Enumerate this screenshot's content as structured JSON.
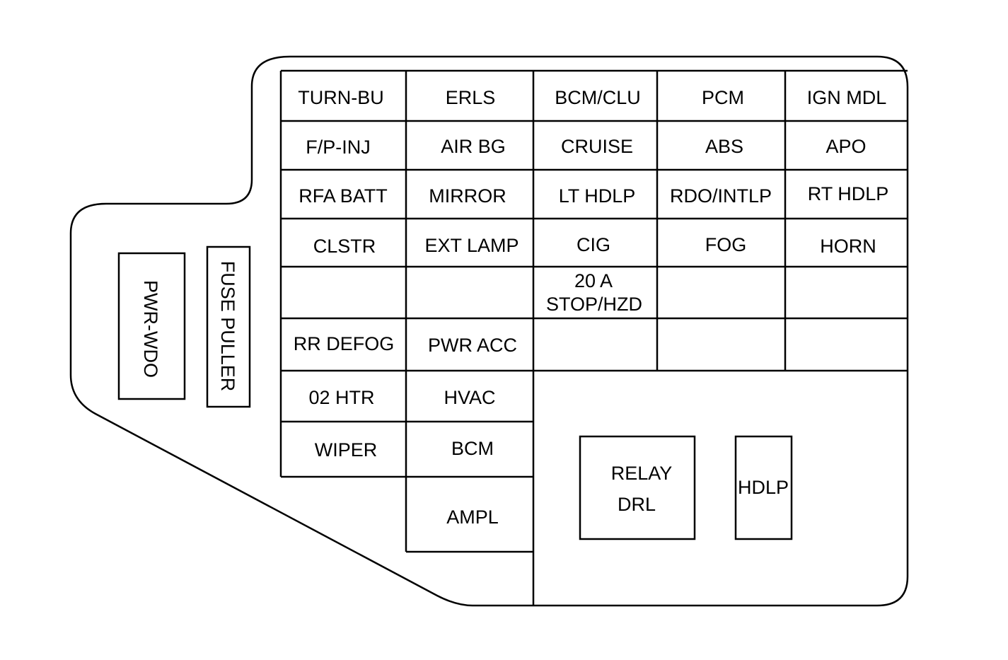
{
  "fuses": {
    "r0": [
      "TURN-BU",
      "ERLS",
      "BCM/CLU",
      "PCM",
      "IGN MDL"
    ],
    "r1": [
      "F/P-INJ",
      "AIR BG",
      "CRUISE",
      "ABS",
      "APO"
    ],
    "r2": [
      "RFA BATT",
      "MIRROR",
      "LT HDLP",
      "RDO/INTLP",
      "RT HDLP"
    ],
    "r3": [
      "CLSTR",
      "EXT LAMP",
      "CIG",
      "FOG",
      "HORN"
    ],
    "r4": {
      "stop_amp": "20 A",
      "stop_name": "STOP/HZD"
    },
    "r5": [
      "RR DEFOG",
      "PWR ACC"
    ],
    "r6": [
      "02 HTR",
      "HVAC"
    ],
    "r7": [
      "WIPER",
      "BCM"
    ],
    "r8": [
      "AMPL"
    ]
  },
  "relays": {
    "drl_line1": "RELAY",
    "drl_line2": "DRL",
    "hdlp": "HDLP"
  },
  "side": {
    "pwr_wdo": "PWR-WDO",
    "fuse_puller": "FUSE PULLER"
  }
}
